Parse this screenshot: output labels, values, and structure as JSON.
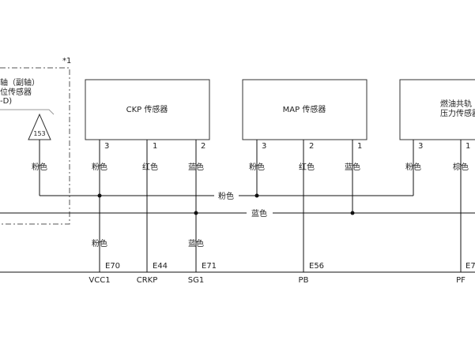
{
  "group": {
    "marker": "*1",
    "name_line1": "轴（副轴）",
    "name_line2": "位传感器",
    "name_line3": "-D)",
    "ref_num": "153",
    "wire_color": "粉色"
  },
  "components": [
    {
      "name": "CKP 传感器"
    },
    {
      "name": "MAP 传感器"
    },
    {
      "name_line1": "燃油共轨",
      "name_line2": "压力传感器"
    }
  ],
  "ckp": {
    "pins": [
      "3",
      "1",
      "2"
    ],
    "colors_top": [
      "粉色",
      "红色",
      "蓝色"
    ],
    "colors_bottom": [
      "粉色",
      "蓝色"
    ],
    "terminals": [
      "E70",
      "E44",
      "E71"
    ],
    "signals": [
      "VCC1",
      "CRKP",
      "SG1"
    ]
  },
  "map": {
    "pins": [
      "3",
      "2",
      "1"
    ],
    "colors_top": [
      "粉色",
      "红色",
      "蓝色"
    ],
    "terminals": [
      "E56"
    ],
    "signals": [
      "PB"
    ]
  },
  "rail": {
    "pins": [
      "3",
      "1"
    ],
    "colors_top": [
      "粉色",
      "棕色"
    ],
    "terminals": [
      "E7"
    ],
    "signals": [
      "PF"
    ]
  },
  "buses": {
    "pink_label": "粉色",
    "blue_label": "蓝色"
  }
}
